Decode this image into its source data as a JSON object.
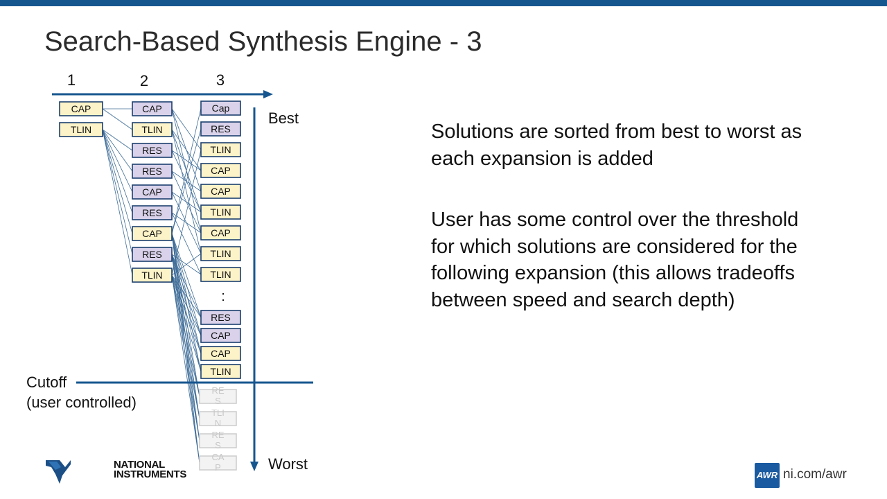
{
  "slide": {
    "title": "Search-Based Synthesis Engine - 3",
    "paragraph_1": "Solutions are sorted from best to worst as each expansion is added",
    "paragraph_2": "User has some control over the threshold for which solutions are considered for the following expansion (this allows tradeoffs between speed and search depth)"
  },
  "diagram": {
    "columns": [
      "1",
      "2",
      "3"
    ],
    "best_label": "Best",
    "worst_label": "Worst",
    "cutoff_label": "Cutoff",
    "cutoff_sub_label": "(user controlled)",
    "ellipsis": ":",
    "col1": [
      {
        "label": "CAP",
        "kind": "yellow"
      },
      {
        "label": "TLIN",
        "kind": "yellow"
      }
    ],
    "col2": [
      {
        "label": "CAP",
        "kind": "purple"
      },
      {
        "label": "TLIN",
        "kind": "yellow"
      },
      {
        "label": "RES",
        "kind": "purple"
      },
      {
        "label": "RES",
        "kind": "purple"
      },
      {
        "label": "CAP",
        "kind": "purple"
      },
      {
        "label": "RES",
        "kind": "purple"
      },
      {
        "label": "CAP",
        "kind": "yellow"
      },
      {
        "label": "RES",
        "kind": "purple"
      },
      {
        "label": "TLIN",
        "kind": "yellow"
      }
    ],
    "col3_top": [
      {
        "label": "Cap",
        "kind": "purple"
      },
      {
        "label": "RES",
        "kind": "purple"
      },
      {
        "label": "TLIN",
        "kind": "yellow"
      },
      {
        "label": "CAP",
        "kind": "yellow"
      },
      {
        "label": "CAP",
        "kind": "yellow"
      },
      {
        "label": "TLIN",
        "kind": "yellow"
      },
      {
        "label": "CAP",
        "kind": "yellow"
      },
      {
        "label": "TLIN",
        "kind": "yellow"
      },
      {
        "label": "TLIN",
        "kind": "yellow"
      }
    ],
    "col3_bottom": [
      {
        "label": "RES",
        "kind": "purple"
      },
      {
        "label": "CAP",
        "kind": "purple"
      },
      {
        "label": "CAP",
        "kind": "yellow"
      },
      {
        "label": "TLIN",
        "kind": "yellow"
      }
    ],
    "col3_below_cutoff": [
      {
        "label": "RES",
        "kind": "faded"
      },
      {
        "label": "TLIN",
        "kind": "faded"
      },
      {
        "label": "RES",
        "kind": "faded"
      },
      {
        "label": "CAP",
        "kind": "faded"
      }
    ]
  },
  "colors": {
    "accent": "#16568f",
    "yellow_fill": "#fdf3c8",
    "purple_fill": "#d9d2ea",
    "box_border": "#1b3f6e",
    "faded_fill": "#f3f3f3",
    "faded_border": "#cfcfcf"
  },
  "footer": {
    "company_line_1": "NATIONAL",
    "company_line_2": "INSTRUMENTS",
    "badge": "AWR",
    "site": "ni.com/awr"
  },
  "icons": [
    "ni-eagle-logo-icon"
  ]
}
